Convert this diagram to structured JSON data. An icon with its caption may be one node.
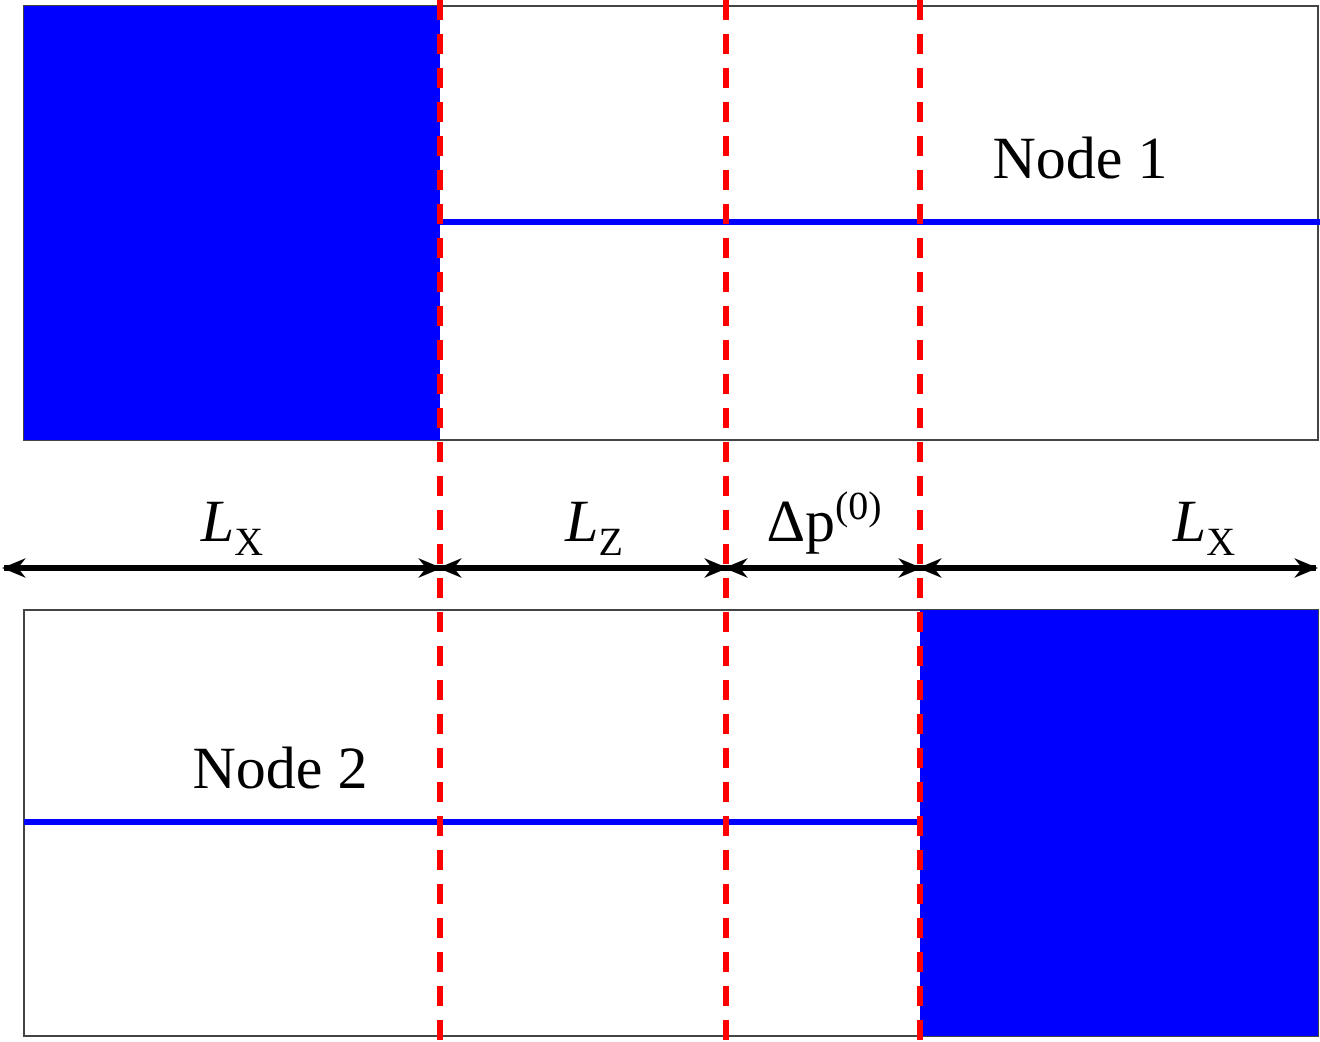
{
  "diagram": {
    "labels": [
      "Node 1",
      "*L*$_{X}$",
      "*L*$_{Z}$",
      "Δp$^{(0)}$",
      "*L*$_{X}$",
      "Node 2"
    ]
  }
}
